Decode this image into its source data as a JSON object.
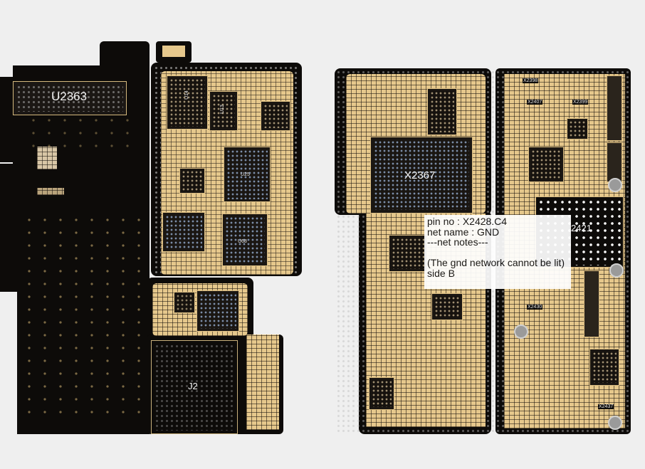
{
  "viewer": {
    "title": "Boardview"
  },
  "boards": {
    "left": {
      "logic_board": {
        "chip_label": "U2363"
      },
      "main_board": {
        "chip_labels": [
          "U14",
          "U13",
          "U25",
          "U68"
        ],
        "connector_label": "J2"
      }
    },
    "right": {
      "main_board": {
        "chip_label": "X2367",
        "small_labels": [
          "X2398",
          "X2407",
          "X2399",
          "X2430",
          "X2437"
        ],
        "partial_label": "2421"
      }
    }
  },
  "tooltip": {
    "lines": [
      "pin no : X2428.C4",
      "net name : GND",
      "---net notes---",
      "",
      "(The gnd network cannot be lit)",
      "side B"
    ]
  },
  "colors": {
    "background": "#efefef",
    "board_black": "#0d0b09",
    "copper_gold": "#e6c88c",
    "highlight_blue": "#5577cc",
    "tooltip_bg": "#ffffff"
  }
}
